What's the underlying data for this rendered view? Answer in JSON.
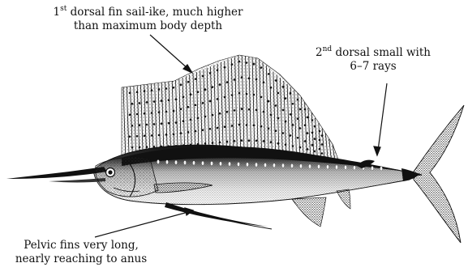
{
  "figure": {
    "subject": "sailfish",
    "labels": {
      "dorsal1": {
        "line1_num": "1",
        "line1_sup": "st",
        "line1_rest": " dorsal fin sail-ike, much higher",
        "line2": "than maximum body depth"
      },
      "dorsal2": {
        "line1_num": "2",
        "line1_sup": "nd",
        "line1_rest": " dorsal small with",
        "line2": "6–7 rays"
      },
      "pelvic": {
        "line1": "Pelvic fins very long,",
        "line2": "nearly reaching to anus"
      }
    },
    "colors": {
      "ink": "#111111",
      "background": "#ffffff"
    }
  }
}
